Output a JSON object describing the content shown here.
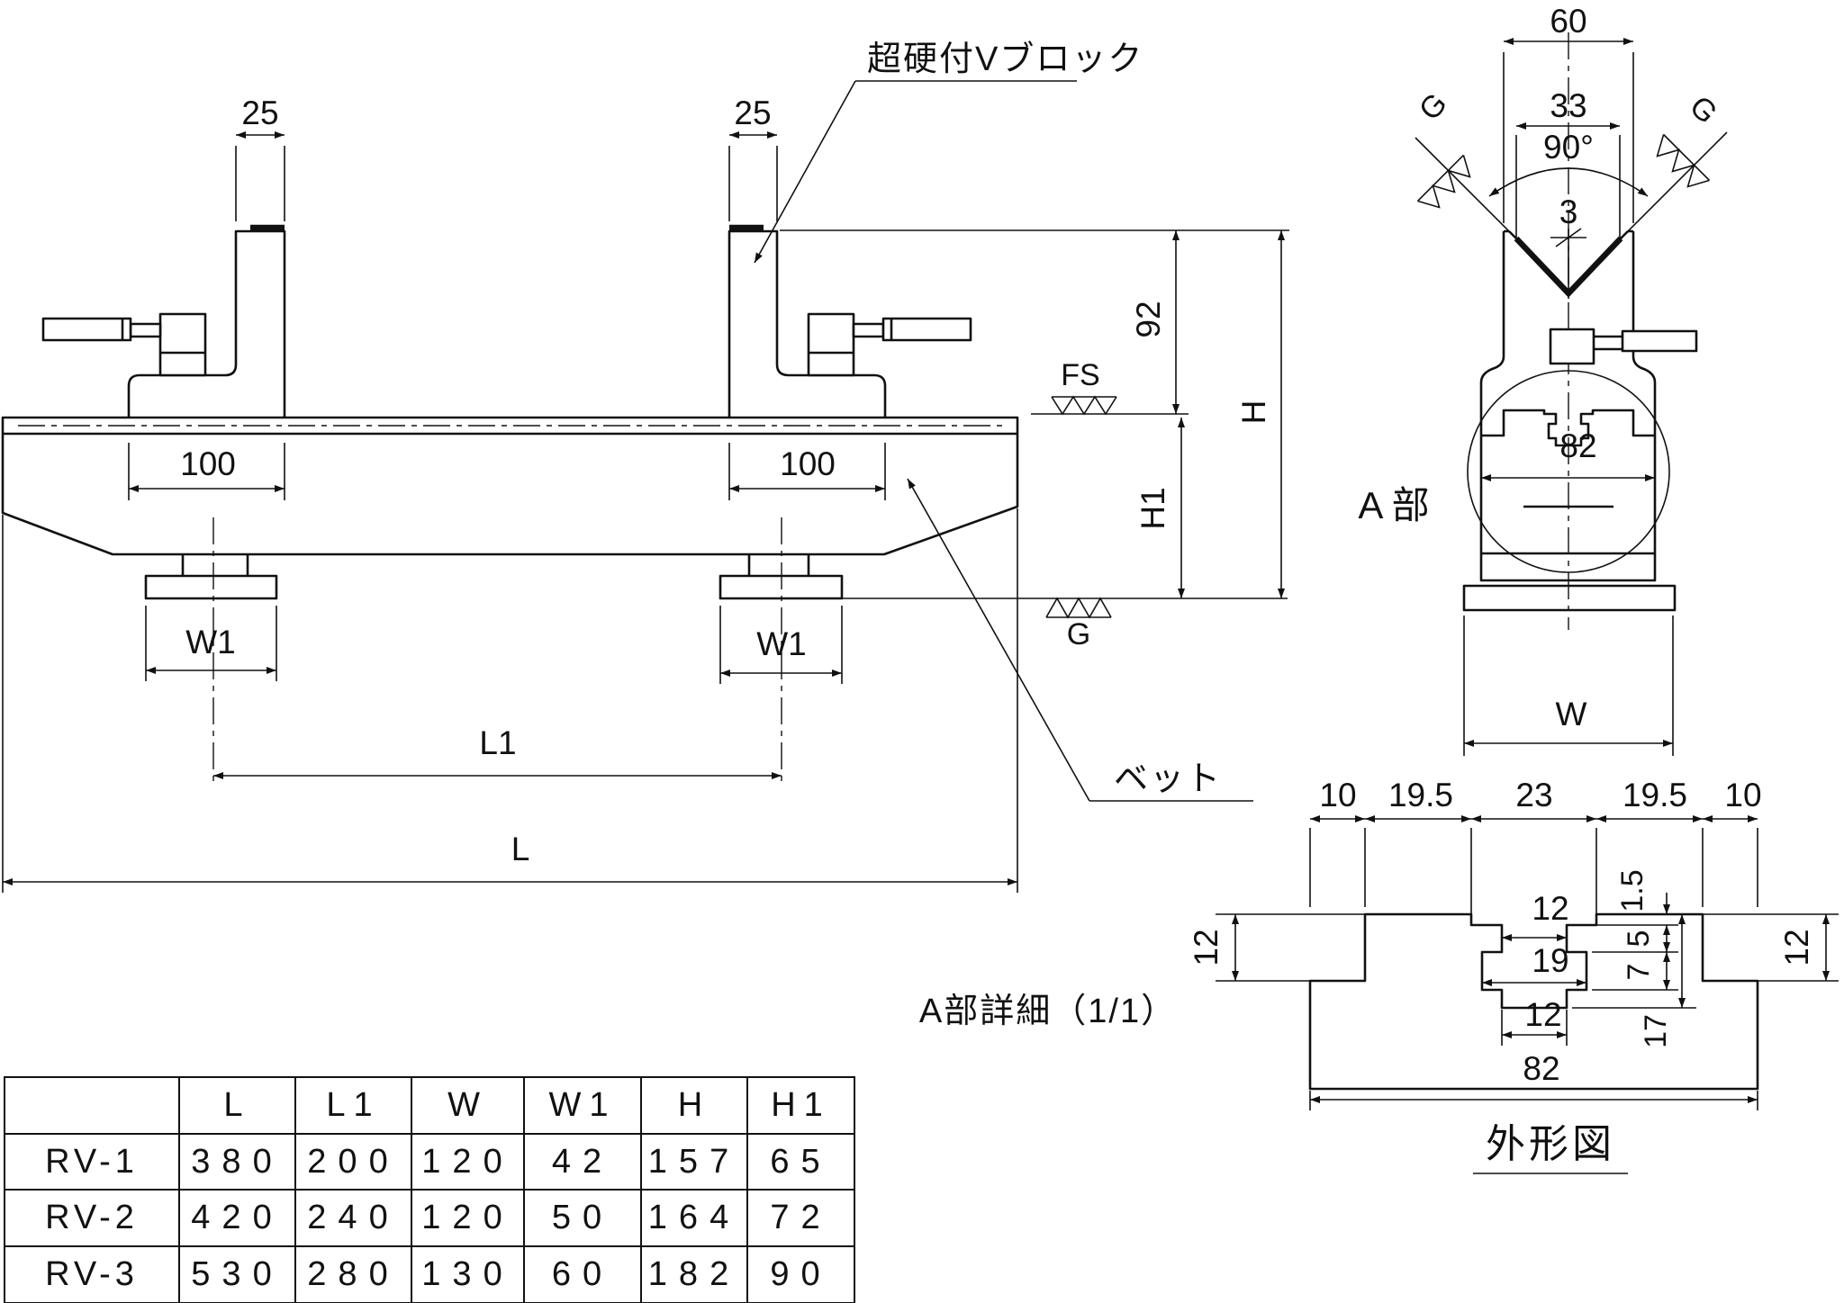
{
  "callouts": {
    "v_block": "超硬付Vブロック",
    "bed": "ベット"
  },
  "front_view": {
    "dims": {
      "post_left": "25",
      "post_right": "25",
      "block_left": "100",
      "block_right": "100",
      "foot_left": "W1",
      "foot_right": "W1",
      "span": "L1",
      "total_length": "L",
      "upper_height": "92",
      "overall_height": "H",
      "bed_height": "H1"
    },
    "finish": {
      "top": "FS",
      "bottom": "G"
    }
  },
  "side_view": {
    "label": "A 部",
    "dims": {
      "top_width": "60",
      "v_opening": "33",
      "v_angle": "90°",
      "tip_depth": "3",
      "body_width": "82",
      "base_width": "W"
    },
    "finish": {
      "left": "G",
      "right": "G"
    }
  },
  "detail_view": {
    "title": "A部詳細（1/1）",
    "caption": "外形図",
    "dims": {
      "top": [
        "10",
        "19.5",
        "23",
        "19.5",
        "10"
      ],
      "left_depth": "12",
      "right_depth": "12",
      "slot_top": "12",
      "slot_mid": "19",
      "slot_bottom": "12",
      "step": "1.5",
      "neck": "5",
      "mid": "7",
      "total_depth": "17",
      "overall": "82"
    }
  },
  "spec_table": {
    "headers": [
      "L",
      "L1",
      "W",
      "W1",
      "H",
      "H1"
    ],
    "rows": [
      {
        "model": "RV-1",
        "values": [
          "380",
          "200",
          "120",
          "42",
          "157",
          "65"
        ]
      },
      {
        "model": "RV-2",
        "values": [
          "420",
          "240",
          "120",
          "50",
          "164",
          "72"
        ]
      },
      {
        "model": "RV-3",
        "values": [
          "530",
          "280",
          "130",
          "60",
          "182",
          "90"
        ]
      }
    ]
  }
}
